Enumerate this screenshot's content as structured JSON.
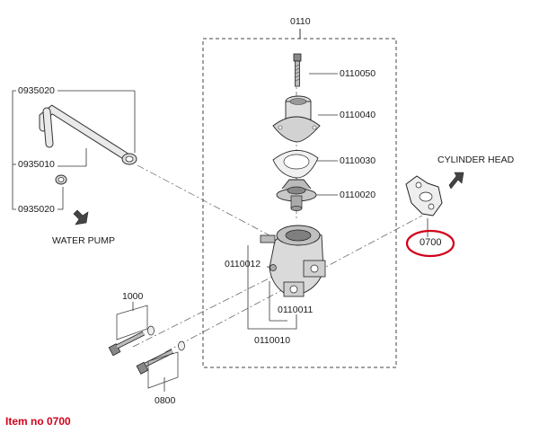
{
  "labels": {
    "group": "0110",
    "bolt": "0110050",
    "housing_top": "0110040",
    "gasket": "0110030",
    "thermostat": "0110020",
    "housing_body": "0110010",
    "housing_sub": "0110011",
    "housing_plug": "0110012",
    "hose_assy": "0935020",
    "hose": "0935010",
    "clamp": "0935020",
    "cylinder_gasket": "0700",
    "bolt_1000": "1000",
    "bolt_0800": "0800"
  },
  "destinations": {
    "water_pump": "WATER PUMP",
    "cylinder_head": "CYLINDER HEAD"
  },
  "footer": {
    "text": "Item no 0700"
  },
  "colors": {
    "highlight": "#d0021b",
    "line": "#333333",
    "part_fill": "#e6e6e6",
    "part_dark": "#9a9a9a"
  }
}
